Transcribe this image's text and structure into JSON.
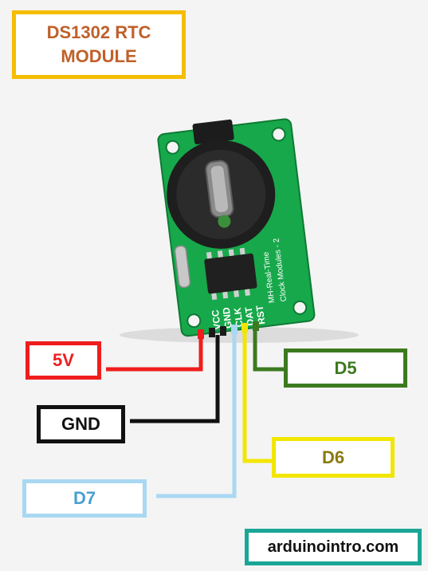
{
  "title": {
    "line1": "DS1302 RTC",
    "line2": "MODULE"
  },
  "board": {
    "pin_labels": [
      "VCC",
      "GND",
      "CLK",
      "DAT",
      "RST"
    ],
    "silkscreen_line1": "MH-Real-Time",
    "silkscreen_line2": "Clock Modules - 2"
  },
  "pins": {
    "vcc": "5V",
    "gnd": "GND",
    "clk": "D7",
    "dat": "D6",
    "rst": "D5"
  },
  "brand": "arduinointro.com",
  "colors": {
    "vcc": "#ef1d1d",
    "gnd": "#111111",
    "clk": "#a9d8f2",
    "dat": "#f2e600",
    "rst": "#3c7a1f",
    "title_border": "#f5bd00",
    "brand_border": "#1aa696",
    "pcb": "#16a34a"
  }
}
